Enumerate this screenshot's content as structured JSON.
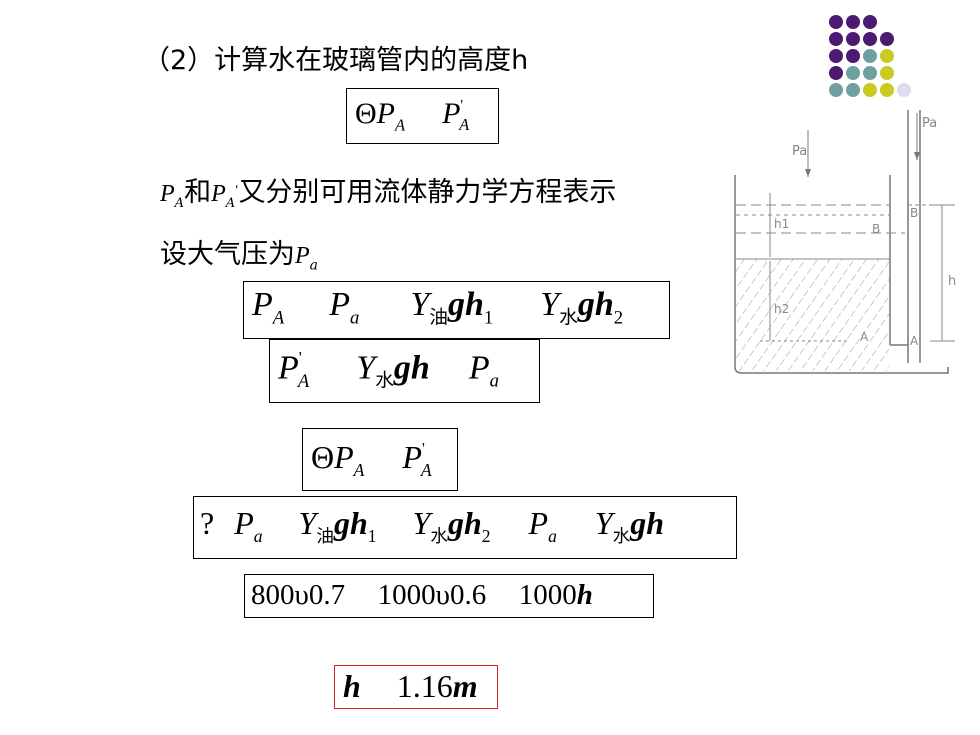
{
  "heading": "（2）计算水在玻璃管内的高度h",
  "eq1": {
    "theta": "Θ",
    "p": "P",
    "a_sub": "A",
    "prime": "'"
  },
  "line_text1": {
    "p": "P",
    "a": "A",
    "and": "和",
    "rest": "又分别可用流体静力学方程表示"
  },
  "line_text2": {
    "label": "设大气压为",
    "p": "P",
    "a_sub": "a"
  },
  "eq2": {
    "p": "P",
    "A": "A",
    "a": "a",
    "Y": "Y",
    "oil": "油",
    "water": "水",
    "gh": "gh",
    "one": "1",
    "two": "2"
  },
  "eq3": {
    "p": "P",
    "A": "A",
    "prime": "'",
    "Y": "Y",
    "water": "水",
    "gh": "gh",
    "a": "a"
  },
  "eq4": {
    "theta": "Θ",
    "p": "P",
    "A": "A",
    "prime": "'"
  },
  "eq5": {
    "q": "?",
    "p": "P",
    "a": "a",
    "Y": "Y",
    "oil": "油",
    "water": "水",
    "gh": "gh",
    "one": "1",
    "two": "2"
  },
  "eq6": {
    "t1": "800",
    "u": "υ",
    "t2": "0.7",
    "t3": "1000",
    "t4": "0.6",
    "t5": "1000",
    "h": "h"
  },
  "result": {
    "h": "h",
    "value": "1.16",
    "unit": "m"
  },
  "diagram": {
    "pa_left": "Pa",
    "pa_right": "Pa",
    "h1": "h1",
    "h2": "h2",
    "B": "B",
    "B2": "B'",
    "A": "A",
    "A2": "A'",
    "h": "h"
  },
  "colors": {
    "purple": "#4b1b72",
    "teal": "#6fa0a0",
    "yellow": "#c8cc22",
    "lavender": "#dcdcec"
  }
}
